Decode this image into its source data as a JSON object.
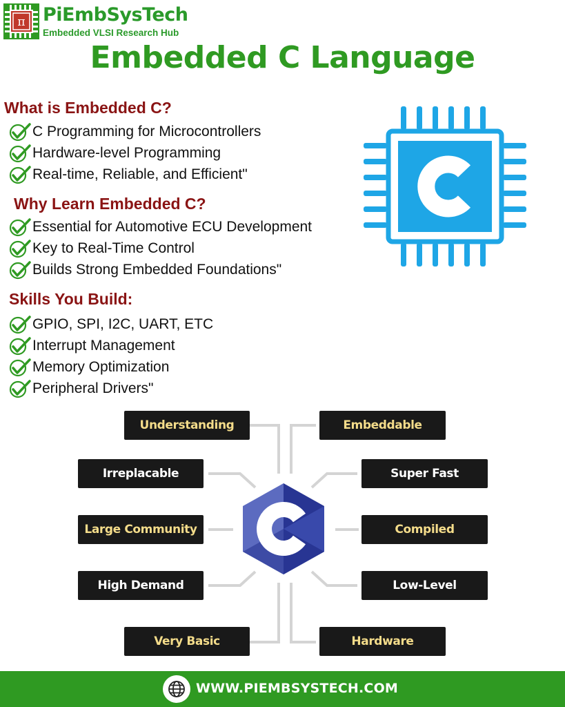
{
  "header": {
    "brand": "PiEmbSysTech",
    "subtitle": "Embedded VLSI Research Hub",
    "title": "Embedded C Language",
    "logo_glyph": "π"
  },
  "sections": [
    {
      "heading": "What is Embedded C?",
      "items": [
        "C Programming for Microcontrollers",
        "Hardware-level Programming",
        "Real-time, Reliable, and Efficient\""
      ]
    },
    {
      "heading": "Why Learn Embedded C?",
      "items": [
        "Essential for Automotive ECU Development",
        "Key to Real-Time Control",
        "Builds Strong Embedded Foundations\""
      ]
    },
    {
      "heading": "Skills You Build:",
      "items": [
        "GPIO, SPI, I2C, UART, ETC",
        "Interrupt Management",
        "Memory Optimization",
        "Peripheral Drivers\""
      ]
    }
  ],
  "chip": {
    "letter": "C",
    "color": "#1ea6e6"
  },
  "diagram": {
    "center_letter": "C",
    "left_labels": [
      "Understanding",
      "Irreplacable",
      "Large Community",
      "High Demand",
      "Very Basic"
    ],
    "right_labels": [
      "Embeddable",
      "Super Fast",
      "Compiled",
      "Low-Level",
      "Hardware"
    ]
  },
  "footer": {
    "url": "WWW.PIEMBSYSTECH.COM",
    "icon": "globe-icon"
  },
  "colors": {
    "brand_green": "#2f9a22",
    "heading_red": "#8a1414",
    "chip_blue": "#1ea6e6",
    "label_yellow": "#f4dc8a",
    "label_bg": "#191919"
  }
}
